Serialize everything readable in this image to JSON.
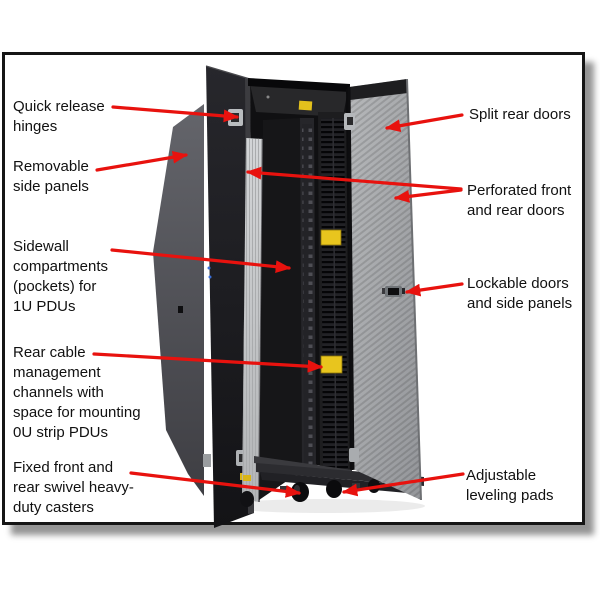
{
  "colors": {
    "arrow": "#e8120e",
    "text": "#111111",
    "frame_border": "#151515"
  },
  "callouts": {
    "quick_release_hinges": "Quick release\nhinges",
    "removable_side_panels": "Removable\nside panels",
    "sidewall_compartments": "Sidewall\ncompartments\n(pockets) for\n1U PDUs",
    "rear_cable_management": "Rear cable\nmanagement\nchannels with\nspace for mounting\n0U strip PDUs",
    "casters": "Fixed front and\nrear swivel heavy-\nduty casters",
    "split_rear_doors": "Split rear doors",
    "perforated_doors": "Perforated front\nand rear doors",
    "lockable_doors": "Lockable doors\nand side panels",
    "leveling_pads": "Adjustable\nleveling pads"
  }
}
